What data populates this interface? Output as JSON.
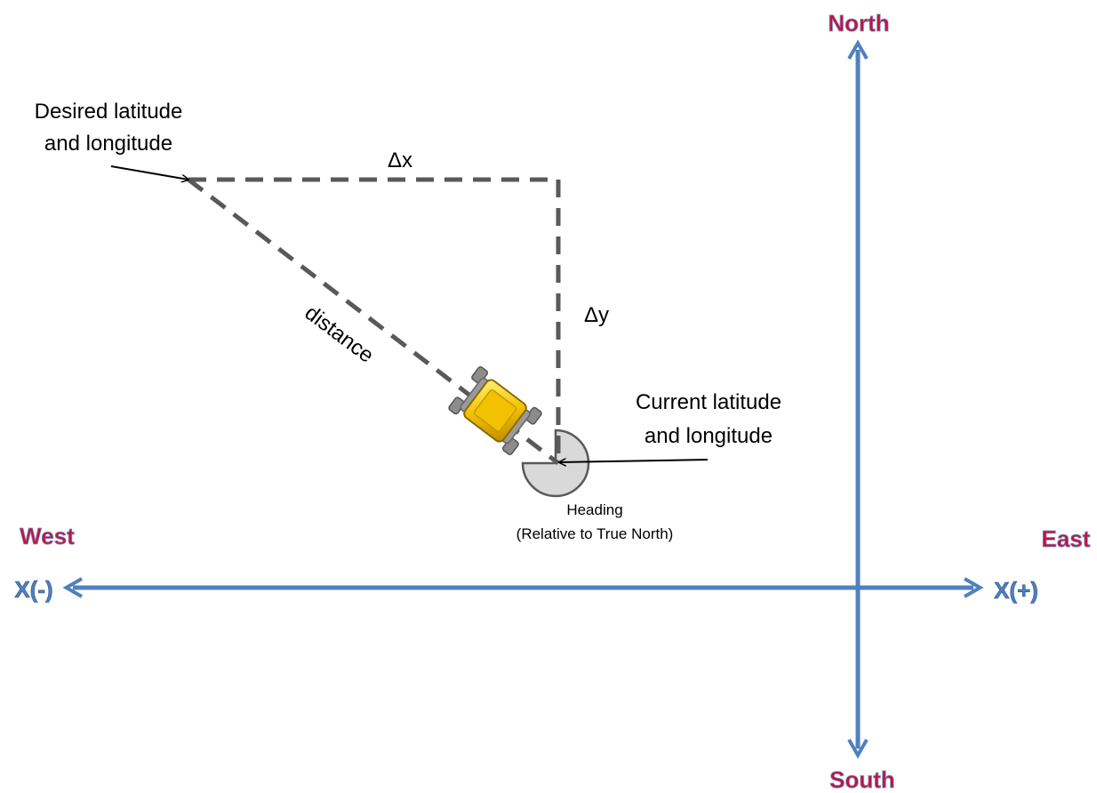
{
  "compass": {
    "north": "North",
    "south": "South",
    "east": "East",
    "west": "West"
  },
  "axis": {
    "x_negative": "X(-)",
    "x_positive": "X(+)"
  },
  "labels": {
    "desired_line1": "Desired latitude",
    "desired_line2": "and longitude",
    "current_line1": "Current latitude",
    "current_line2": "and longitude",
    "delta_x": "Δx",
    "delta_y": "Δy",
    "distance": "distance",
    "heading_line1": "Heading",
    "heading_line2": "(Relative to True North)"
  },
  "colors": {
    "axis": "#4f81bd",
    "compass_text": "#c0143c",
    "dashed": "#595959",
    "rover_body": "#f2c200"
  }
}
